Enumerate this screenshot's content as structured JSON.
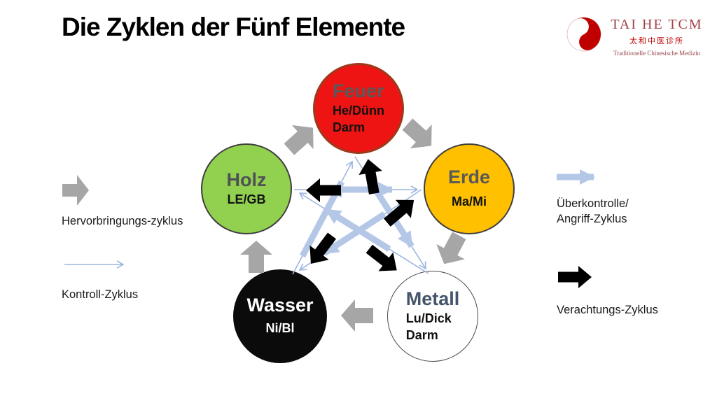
{
  "title": "Die Zyklen der Fünf Elemente",
  "logo": {
    "brand": "TAI HE TCM",
    "chinese": "太和中医诊所",
    "tagline": "Traditionelle Chinesische Medizin"
  },
  "elements": [
    {
      "id": "feuer",
      "name": "Feuer",
      "organs": "He/Dünn\nDarm",
      "fill": "#EE1414",
      "border": "#9C3A1C",
      "name_color": "#595959",
      "organs_color": "#111111"
    },
    {
      "id": "erde",
      "name": "Erde",
      "organs": "Ma/Mi",
      "fill": "#FFC000",
      "border": "#3F3F3F",
      "name_color": "#595959",
      "organs_color": "#111111"
    },
    {
      "id": "metall",
      "name": "Metall",
      "organs": "Lu/Dick\nDarm",
      "fill": "#FFFFFF",
      "border": "#4A4A4A",
      "name_color": "#44546A",
      "organs_color": "#111111"
    },
    {
      "id": "wasser",
      "name": "Wasser",
      "organs": "Ni/Bl",
      "fill": "#0B0B0B",
      "border": "#0B0B0B",
      "name_color": "#FFFFFF",
      "organs_color": "#FFFFFF"
    },
    {
      "id": "holz",
      "name": "Holz",
      "organs": "LE/GB",
      "fill": "#92D050",
      "border": "#3F3F3F",
      "name_color": "#4F5254",
      "organs_color": "#111111"
    }
  ],
  "legend": {
    "generation": "Hervorbringungs-zyklus",
    "control": "Kontroll-Zyklus",
    "overcontrol": "Überkontrolle/\nAngriff-Zyklus",
    "insult": "Verachtungs-Zyklus"
  },
  "colors": {
    "generation_arrow": "#A6A6A6",
    "control_arrow": "#9DB6E0",
    "overcontrol_arrow": "#B4C7E7",
    "insult_arrow": "#000000",
    "brand_red": "#C00000",
    "brand_text": "#A04248"
  }
}
